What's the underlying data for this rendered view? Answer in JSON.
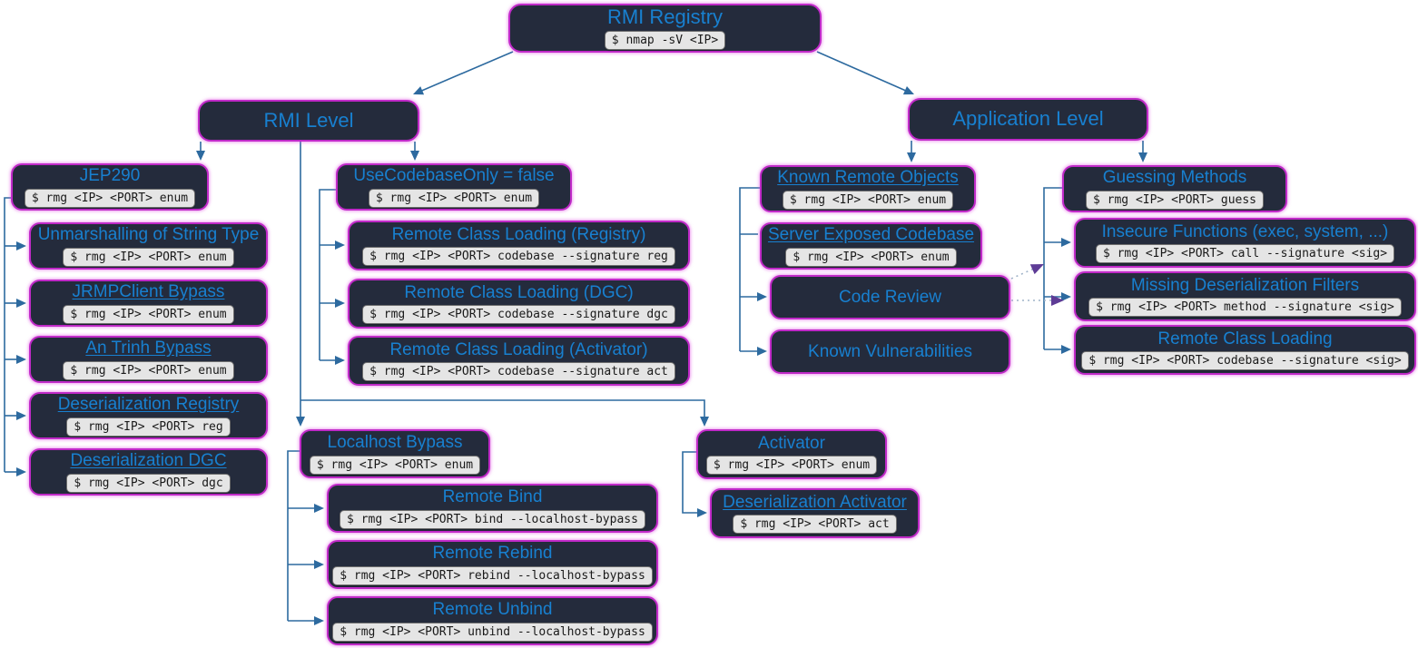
{
  "diagram": {
    "subject": "RMI attack tree / enumeration mind map",
    "palette": {
      "canvas_bg": "#ffffff",
      "node_bg": "#242b3c",
      "node_border": "#c02ac8",
      "title_color": "#1880d0",
      "command_bg": "#e5e5e5",
      "command_text": "#1a1a1a",
      "connector_color": "#2d6a9f",
      "dotted_line_color": "#9fb3c8",
      "purple_arrow_color": "#5e3c96"
    }
  },
  "nodes": [
    {
      "id": "rmi-registry",
      "title": "RMI Registry",
      "command": "$ nmap -sV <IP>",
      "underlined": false
    },
    {
      "id": "rmi-level",
      "title": "RMI Level",
      "command": null,
      "underlined": false
    },
    {
      "id": "application-level",
      "title": "Application Level",
      "command": null,
      "underlined": false
    },
    {
      "id": "jep290",
      "title": "JEP290",
      "command": "$ rmg <IP> <PORT> enum",
      "underlined": false
    },
    {
      "id": "unmarshalling-string-type",
      "title": "Unmarshalling of String Type",
      "command": "$ rmg <IP> <PORT> enum",
      "underlined": false
    },
    {
      "id": "jrmpclient-bypass",
      "title": "JRMPClient Bypass",
      "command": "$ rmg <IP> <PORT> enum",
      "underlined": true
    },
    {
      "id": "an-trinh-bypass",
      "title": "An Trinh Bypass",
      "command": "$ rmg <IP> <PORT> enum",
      "underlined": true
    },
    {
      "id": "deserialization-registry",
      "title": "Deserialization Registry",
      "command": "$ rmg <IP> <PORT> reg",
      "underlined": true
    },
    {
      "id": "deserialization-dgc",
      "title": "Deserialization DGC",
      "command": "$ rmg <IP> <PORT> dgc",
      "underlined": true
    },
    {
      "id": "usecodebaseonly-false",
      "title": "UseCodebaseOnly = false",
      "command": "$ rmg <IP> <PORT> enum",
      "underlined": false
    },
    {
      "id": "rcl-registry",
      "title": "Remote Class Loading (Registry)",
      "command": "$ rmg <IP> <PORT> codebase --signature reg",
      "underlined": false
    },
    {
      "id": "rcl-dgc",
      "title": "Remote Class Loading (DGC)",
      "command": "$ rmg <IP> <PORT> codebase --signature dgc",
      "underlined": false
    },
    {
      "id": "rcl-activator",
      "title": "Remote Class Loading (Activator)",
      "command": "$ rmg <IP> <PORT> codebase --signature act",
      "underlined": false
    },
    {
      "id": "known-remote-objects",
      "title": "Known Remote Objects",
      "command": "$ rmg <IP> <PORT> enum",
      "underlined": true
    },
    {
      "id": "server-exposed-codebase",
      "title": "Server Exposed Codebase",
      "command": "$ rmg <IP> <PORT> enum",
      "underlined": true
    },
    {
      "id": "code-review",
      "title": "Code Review",
      "command": null,
      "underlined": false
    },
    {
      "id": "known-vulnerabilities",
      "title": "Known Vulnerabilities",
      "command": null,
      "underlined": false
    },
    {
      "id": "guessing-methods",
      "title": "Guessing Methods",
      "command": "$ rmg <IP> <PORT> guess",
      "underlined": false
    },
    {
      "id": "insecure-functions",
      "title": "Insecure Functions (exec, system, ...)",
      "command": "$ rmg <IP> <PORT> call --signature <sig>",
      "underlined": false
    },
    {
      "id": "missing-deserialization-filters",
      "title": "Missing Deserialization Filters",
      "command": "$ rmg <IP> <PORT> method --signature <sig>",
      "underlined": false
    },
    {
      "id": "remote-class-loading",
      "title": "Remote Class Loading",
      "command": "$ rmg <IP> <PORT> codebase --signature <sig>",
      "underlined": false
    },
    {
      "id": "localhost-bypass",
      "title": "Localhost Bypass",
      "command": "$ rmg <IP> <PORT> enum",
      "underlined": false
    },
    {
      "id": "remote-bind",
      "title": "Remote Bind",
      "command": "$ rmg <IP> <PORT> bind --localhost-bypass",
      "underlined": false
    },
    {
      "id": "remote-rebind",
      "title": "Remote Rebind",
      "command": "$ rmg <IP> <PORT> rebind --localhost-bypass",
      "underlined": false
    },
    {
      "id": "remote-unbind",
      "title": "Remote Unbind",
      "command": "$ rmg <IP> <PORT> unbind --localhost-bypass",
      "underlined": false
    },
    {
      "id": "activator",
      "title": "Activator",
      "command": "$ rmg <IP> <PORT> enum",
      "underlined": false
    },
    {
      "id": "deserialization-activator",
      "title": "Deserialization Activator",
      "command": "$ rmg <IP> <PORT> act",
      "underlined": true
    }
  ],
  "edges": [
    {
      "from": "rmi-registry",
      "to": "rmi-level",
      "style": "solid"
    },
    {
      "from": "rmi-registry",
      "to": "application-level",
      "style": "solid"
    },
    {
      "from": "rmi-level",
      "to": "jep290",
      "style": "solid"
    },
    {
      "from": "rmi-level",
      "to": "usecodebaseonly-false",
      "style": "solid"
    },
    {
      "from": "rmi-level",
      "to": "localhost-bypass",
      "style": "solid"
    },
    {
      "from": "rmi-level",
      "to": "activator",
      "style": "solid"
    },
    {
      "from": "jep290",
      "to": "unmarshalling-string-type",
      "style": "solid"
    },
    {
      "from": "jep290",
      "to": "jrmpclient-bypass",
      "style": "solid"
    },
    {
      "from": "jep290",
      "to": "an-trinh-bypass",
      "style": "solid"
    },
    {
      "from": "jep290",
      "to": "deserialization-registry",
      "style": "solid"
    },
    {
      "from": "jep290",
      "to": "deserialization-dgc",
      "style": "solid"
    },
    {
      "from": "usecodebaseonly-false",
      "to": "rcl-registry",
      "style": "solid"
    },
    {
      "from": "usecodebaseonly-false",
      "to": "rcl-dgc",
      "style": "solid"
    },
    {
      "from": "usecodebaseonly-false",
      "to": "rcl-activator",
      "style": "solid"
    },
    {
      "from": "application-level",
      "to": "known-remote-objects",
      "style": "solid"
    },
    {
      "from": "application-level",
      "to": "guessing-methods",
      "style": "solid"
    },
    {
      "from": "known-remote-objects",
      "to": "server-exposed-codebase",
      "style": "solid"
    },
    {
      "from": "known-remote-objects",
      "to": "code-review",
      "style": "solid"
    },
    {
      "from": "known-remote-objects",
      "to": "known-vulnerabilities",
      "style": "solid"
    },
    {
      "from": "guessing-methods",
      "to": "insecure-functions",
      "style": "solid"
    },
    {
      "from": "guessing-methods",
      "to": "missing-deserialization-filters",
      "style": "solid"
    },
    {
      "from": "guessing-methods",
      "to": "remote-class-loading",
      "style": "solid"
    },
    {
      "from": "localhost-bypass",
      "to": "remote-bind",
      "style": "solid"
    },
    {
      "from": "localhost-bypass",
      "to": "remote-rebind",
      "style": "solid"
    },
    {
      "from": "localhost-bypass",
      "to": "remote-unbind",
      "style": "solid"
    },
    {
      "from": "activator",
      "to": "deserialization-activator",
      "style": "solid"
    },
    {
      "from": "code-review",
      "to": "insecure-functions",
      "style": "dotted"
    },
    {
      "from": "code-review",
      "to": "missing-deserialization-filters",
      "style": "dotted"
    }
  ]
}
